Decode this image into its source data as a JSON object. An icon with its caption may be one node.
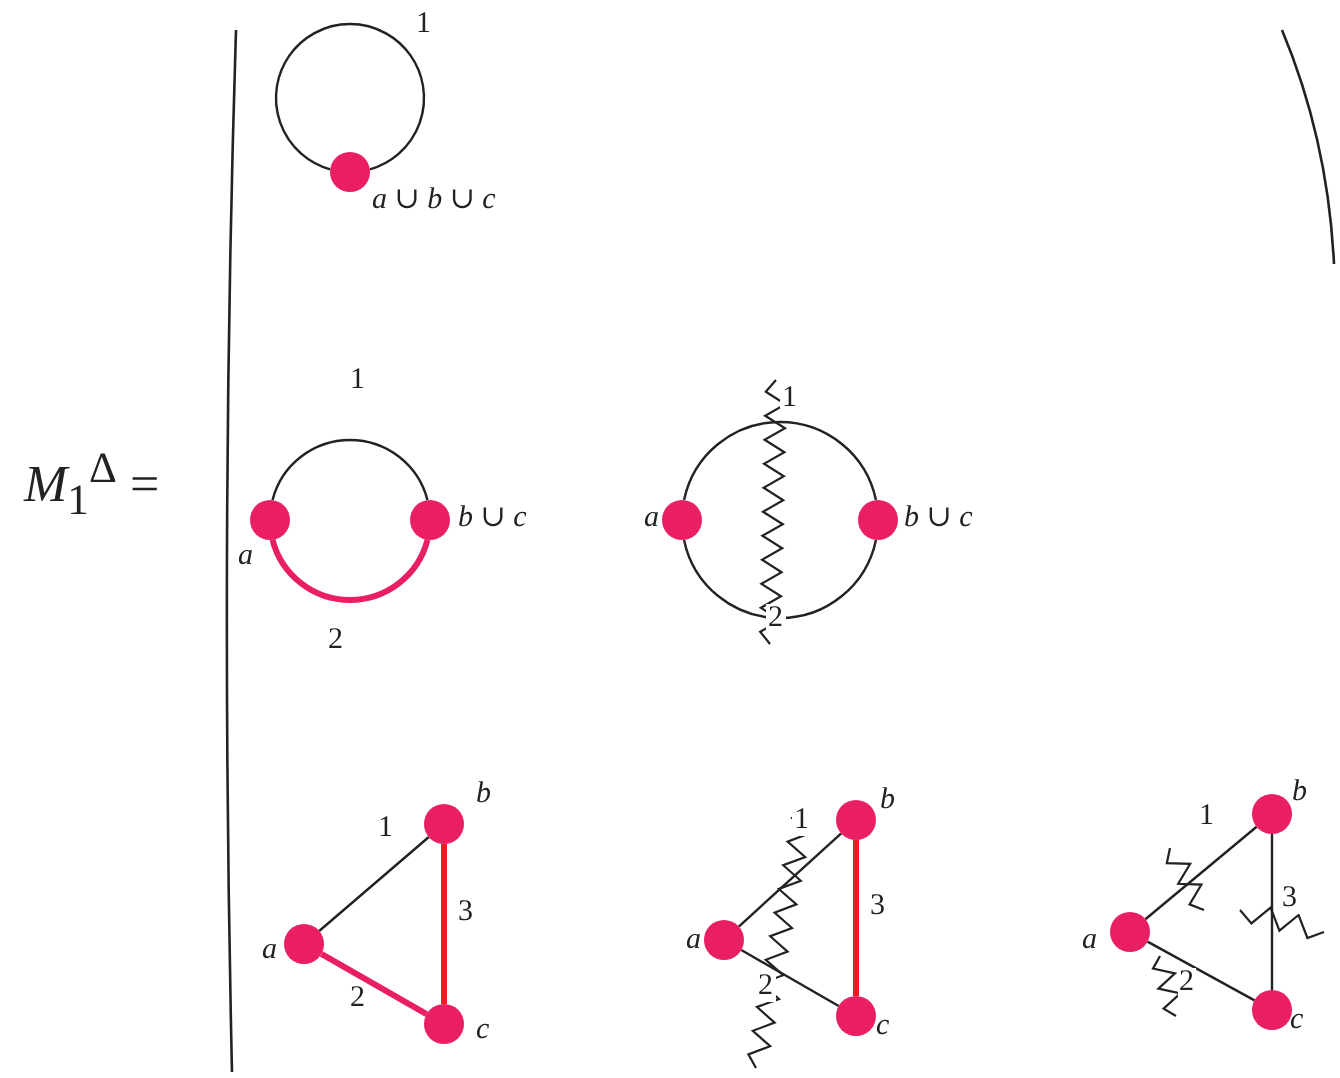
{
  "diagram": {
    "nodes": [
      {
        "text": [],
        "shape": "circle",
        "beside": [
          "a ∪ b ∪ c"
        ]
      },
      {
        "text": [],
        "shape": "circle",
        "beside": [
          "a"
        ]
      },
      {
        "text": [],
        "shape": "circle",
        "beside": [
          "b ∪ c"
        ]
      },
      {
        "text": [],
        "shape": "circle",
        "beside": [
          "a"
        ]
      },
      {
        "text": [],
        "shape": "circle",
        "beside": [
          "b ∪ c"
        ]
      },
      {
        "text": [],
        "shape": "circle",
        "beside": [
          "a"
        ]
      },
      {
        "text": [],
        "shape": "circle",
        "beside": [
          "b"
        ]
      },
      {
        "text": [],
        "shape": "circle",
        "beside": [
          "c"
        ]
      },
      {
        "text": [],
        "shape": "circle",
        "beside": [
          "a"
        ]
      },
      {
        "text": [],
        "shape": "circle",
        "beside": [
          "b"
        ]
      },
      {
        "text": [],
        "shape": "circle",
        "beside": [
          "c"
        ]
      },
      {
        "text": [],
        "shape": "circle",
        "beside": [
          "a"
        ]
      },
      {
        "text": [],
        "shape": "circle",
        "beside": [
          "b"
        ]
      },
      {
        "text": [],
        "shape": "circle",
        "beside": [
          "c"
        ]
      }
    ],
    "edges": [
      {
        "from": 0,
        "to": 0,
        "arrow": "none",
        "label": "1"
      },
      {
        "from": 1,
        "to": 2,
        "arrow": "none",
        "label": "1"
      },
      {
        "from": 1,
        "to": 2,
        "arrow": "none",
        "label": "2",
        "style": "thick",
        "color": "#e91e63"
      },
      {
        "from": 3,
        "to": 4,
        "arrow": "none",
        "label": "1"
      },
      {
        "from": 3,
        "to": 4,
        "arrow": "none",
        "label": "2"
      },
      {
        "from": 5,
        "to": 6,
        "arrow": "none",
        "label": "1"
      },
      {
        "from": 5,
        "to": 7,
        "arrow": "none",
        "label": "2",
        "style": "thick",
        "color": "#e91e63"
      },
      {
        "from": 6,
        "to": 7,
        "arrow": "none",
        "label": "3",
        "style": "thick",
        "color": "#ed1c24"
      },
      {
        "from": 8,
        "to": 9,
        "arrow": "none",
        "label": "1"
      },
      {
        "from": 8,
        "to": 10,
        "arrow": "none",
        "label": "2"
      },
      {
        "from": 9,
        "to": 10,
        "arrow": "none",
        "label": "3",
        "style": "thick",
        "color": "#ed1c24"
      },
      {
        "from": 11,
        "to": 12,
        "arrow": "none",
        "label": "1"
      },
      {
        "from": 11,
        "to": 13,
        "arrow": "none",
        "label": "2"
      },
      {
        "from": 12,
        "to": 13,
        "arrow": "none",
        "label": "3"
      }
    ],
    "labels": [
      "*M*$_{1}$$^{Δ}$ ="
    ]
  }
}
